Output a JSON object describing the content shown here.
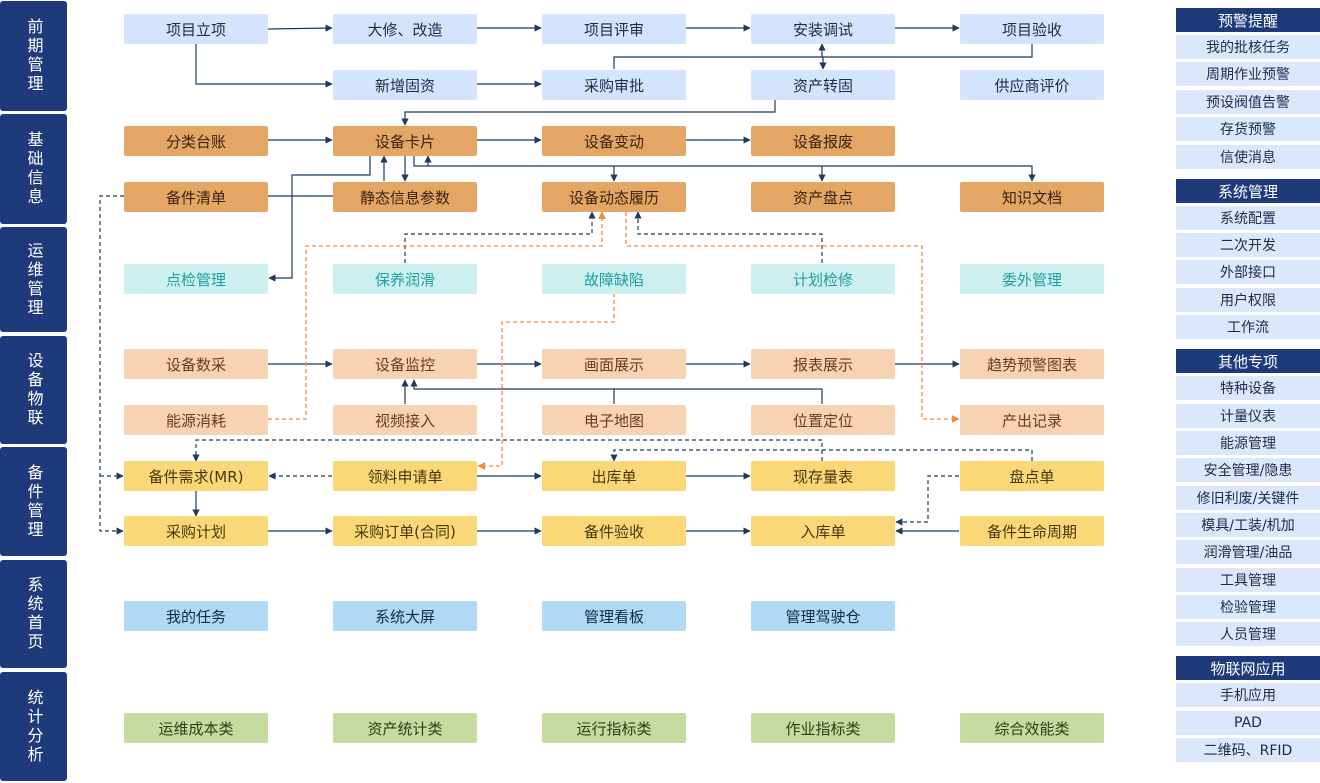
{
  "categories": [
    {
      "key": "qianqi",
      "label": "前期管理"
    },
    {
      "key": "jichu",
      "label": "基础信息"
    },
    {
      "key": "yunwei",
      "label": "运维管理"
    },
    {
      "key": "wulian",
      "label": "设备物联"
    },
    {
      "key": "beijian",
      "label": "备件管理"
    },
    {
      "key": "shouye",
      "label": "系统首页"
    },
    {
      "key": "tongji",
      "label": "统计分析"
    }
  ],
  "nodes": {
    "xmlx": "项目立项",
    "dxgz": "大修、改造",
    "xmps": "项目评审",
    "azts": "安装调试",
    "xmys": "项目验收",
    "xzgz": "新增固资",
    "cgsp": "采购审批",
    "zczg": "资产转固",
    "gyspj": "供应商评价",
    "fltz": "分类台账",
    "sbkp": "设备卡片",
    "sbbd": "设备变动",
    "sbbf": "设备报废",
    "bjqd": "备件清单",
    "jtxx": "静态信息参数",
    "sbdtll": "设备动态履历",
    "zcpd": "资产盘点",
    "zswd": "知识文档",
    "djgl": "点检管理",
    "byrh": "保养润滑",
    "gzqx": "故障缺陷",
    "jhjx": "计划检修",
    "wwgl": "委外管理",
    "sbsc": "设备数采",
    "sbjk": "设备监控",
    "hmzs": "画面展示",
    "bbzs": "报表展示",
    "qsyj": "趋势预警图表",
    "nyxh": "能源消耗",
    "spjr": "视频接入",
    "dzdt": "电子地图",
    "wzdw": "位置定位",
    "ccjl": "产出记录",
    "bjxq": "备件需求(MR)",
    "llsqd": "领料申请单",
    "ckd": "出库单",
    "xclb": "现存量表",
    "pdd": "盘点单",
    "cgjh": "采购计划",
    "cgdd": "采购订单(合同)",
    "bjys": "备件验收",
    "rkd": "入库单",
    "bjsmzq": "备件生命周期",
    "wdrw": "我的任务",
    "xtdp": "系统大屏",
    "glkb": "管理看板",
    "gljsc": "管理驾驶仓",
    "ywcb": "运维成本类",
    "zctj": "资产统计类",
    "yxzb": "运行指标类",
    "zyzb": "作业指标类",
    "zhxn": "综合效能类"
  },
  "sidebar": [
    {
      "title": "预警提醒",
      "items": [
        "我的批核任务",
        "周期作业预警",
        "预设阀值告警",
        "存货预警",
        "信使消息"
      ]
    },
    {
      "title": "系统管理",
      "items": [
        "系统配置",
        "二次开发",
        "外部接口",
        "用户权限",
        "工作流"
      ]
    },
    {
      "title": "其他专项",
      "items": [
        "特种设备",
        "计量仪表",
        "能源管理",
        "安全管理/隐患",
        "修旧利废/关键件",
        "模具/工装/机加",
        "润滑管理/油品",
        "工具管理",
        "检验管理",
        "人员管理"
      ]
    },
    {
      "title": "物联网应用",
      "items": [
        "手机应用",
        "PAD",
        "二维码、RFID"
      ]
    }
  ],
  "colors": {
    "category_bg": "#1f3a7a",
    "arrow_solid": "#1f3a5c",
    "arrow_dashed": "#1f3a5c",
    "arrow_highlight": "#f08a3c"
  }
}
